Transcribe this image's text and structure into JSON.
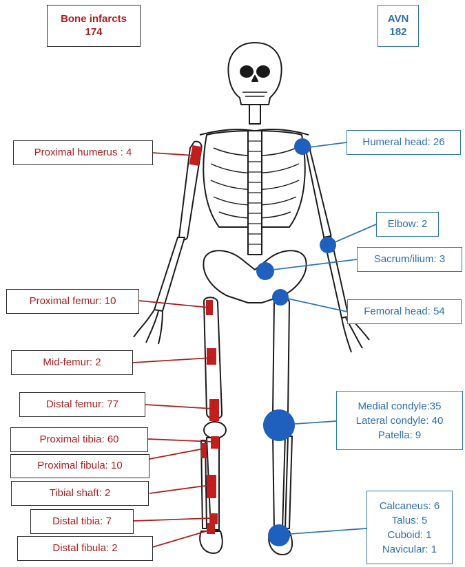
{
  "totals": {
    "bone_infarcts": {
      "label": "Bone infarcts",
      "count": "174"
    },
    "avn": {
      "label": "AVN",
      "count": "182"
    }
  },
  "bone_infarct_sites": [
    "Proximal humerus : 4",
    "Proximal femur: 10",
    "Mid-femur: 2",
    "Distal femur: 77",
    "Proximal  tibia: 60",
    "Proximal  fibula: 10",
    "Tibial shaft: 2",
    "Distal tibia: 7",
    "Distal fibula: 2"
  ],
  "avn_sites": {
    "humeral_head": "Humeral head: 26",
    "elbow": "Elbow: 2",
    "sacrum_ilium": "Sacrum/ilium: 3",
    "femoral_head": "Femoral head: 54",
    "knee": [
      "Medial condyle:35",
      "Lateral condyle: 40",
      "Patella: 9"
    ],
    "foot": [
      "Calcaneus: 6",
      "Talus: 5",
      "Cuboid: 1",
      "Navicular: 1"
    ]
  },
  "colors": {
    "infarct": "#b01c1c",
    "avn": "#2e75b6",
    "bone_outline": "#1a1a1a"
  }
}
